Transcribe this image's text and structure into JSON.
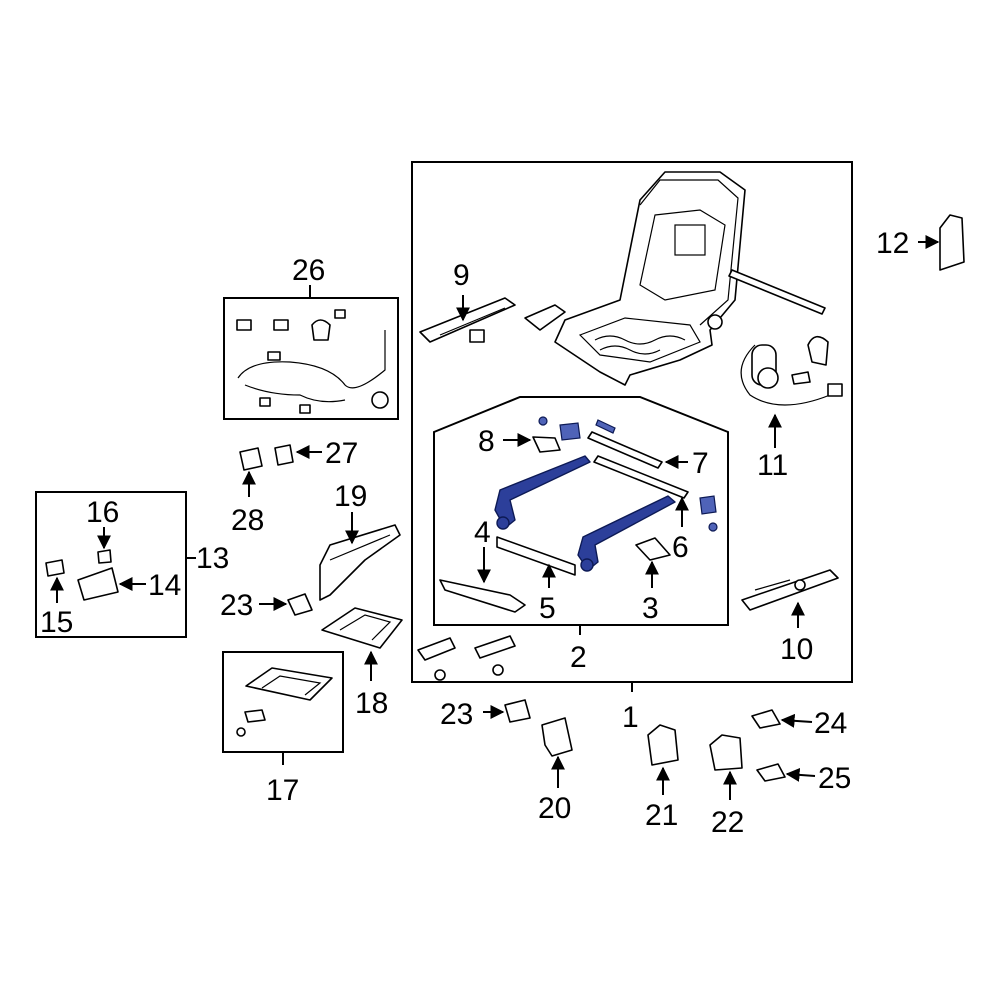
{
  "diagram": {
    "callouts": [
      "1",
      "2",
      "3",
      "4",
      "5",
      "6",
      "7",
      "8",
      "9",
      "10",
      "11",
      "12",
      "13",
      "14",
      "15",
      "16",
      "17",
      "18",
      "19",
      "20",
      "21",
      "22",
      "23",
      "23",
      "24",
      "25",
      "26",
      "27",
      "28"
    ]
  },
  "colors": {
    "highlight": "#2c3f9a",
    "line": "#000000",
    "background": "#ffffff"
  }
}
